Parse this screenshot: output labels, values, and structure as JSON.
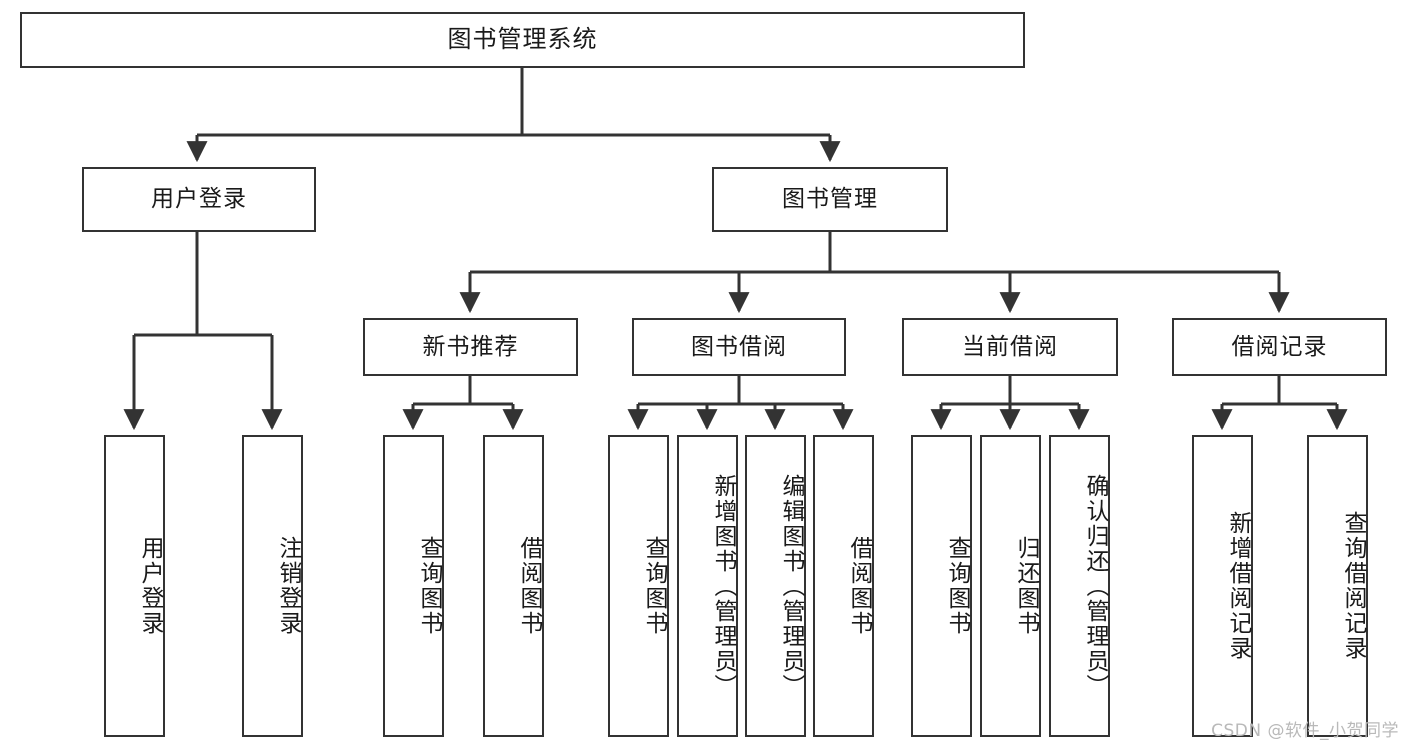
{
  "diagram": {
    "title_text": "图书管理系统",
    "type": "tree-hierarchy",
    "watermark": "CSDN @软件_小贺同学",
    "colors": {
      "box_border": "#333333",
      "box_fill": "#ffffff",
      "line": "#333333",
      "text": "#1a1a1a",
      "watermark": "#b9b9b9"
    },
    "levels": {
      "root": {
        "label": "图书管理系统"
      },
      "level2": [
        {
          "id": "user-login",
          "label": "用户登录"
        },
        {
          "id": "book-management",
          "label": "图书管理"
        }
      ],
      "level3": [
        {
          "id": "new-book-recommend",
          "label": "新书推荐"
        },
        {
          "id": "book-borrow",
          "label": "图书借阅"
        },
        {
          "id": "current-borrow",
          "label": "当前借阅"
        },
        {
          "id": "borrow-record",
          "label": "借阅记录"
        }
      ],
      "leaves": {
        "user_login": [
          {
            "id": "leaf-user-login",
            "label": "用户登录"
          },
          {
            "id": "leaf-user-logout",
            "label": "注销登录"
          }
        ],
        "new_book_recommend": [
          {
            "id": "leaf-query-book-1",
            "label": "查询图书"
          },
          {
            "id": "leaf-borrow-book-1",
            "label": "借阅图书"
          }
        ],
        "book_borrow": [
          {
            "id": "leaf-query-book-2",
            "label": "查询图书"
          },
          {
            "id": "leaf-add-book",
            "label": "新增图书（管理员）"
          },
          {
            "id": "leaf-edit-book",
            "label": "编辑图书（管理员）"
          },
          {
            "id": "leaf-borrow-book-2",
            "label": "借阅图书"
          }
        ],
        "current_borrow": [
          {
            "id": "leaf-query-book-3",
            "label": "查询图书"
          },
          {
            "id": "leaf-return-book",
            "label": "归还图书"
          },
          {
            "id": "leaf-confirm-return",
            "label": "确认归还（管理员）"
          }
        ],
        "borrow_record": [
          {
            "id": "leaf-add-record",
            "label": "新增借阅记录"
          },
          {
            "id": "leaf-query-record",
            "label": "查询借阅记录"
          }
        ]
      }
    }
  }
}
